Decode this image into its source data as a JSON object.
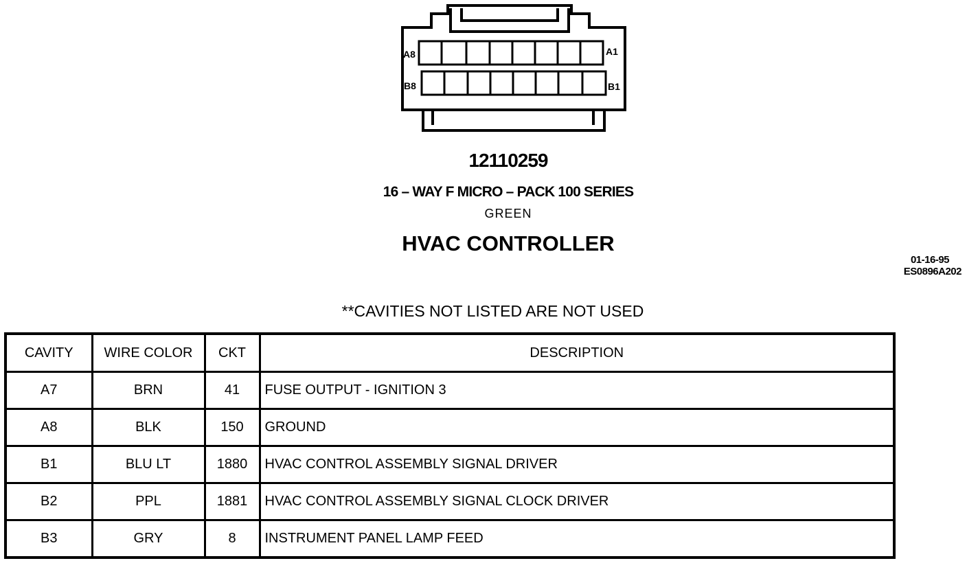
{
  "connector": {
    "row_a": {
      "left_label": "A8",
      "right_label": "A1"
    },
    "row_b": {
      "left_label": "B8",
      "right_label": "B1"
    }
  },
  "part_number": "12110259",
  "series": "16 – WAY F MICRO – PACK 100 SERIES",
  "color": "GREEN",
  "component": "HVAC CONTROLLER",
  "date": "01-16-95",
  "drawing_code": "ES0896A202",
  "note": "**CAVITIES NOT LISTED ARE NOT USED",
  "table": {
    "headers": [
      "CAVITY",
      "WIRE COLOR",
      "CKT",
      "DESCRIPTION"
    ],
    "rows": [
      [
        "A7",
        "BRN",
        "41",
        "FUSE OUTPUT - IGNITION 3"
      ],
      [
        "A8",
        "BLK",
        "150",
        "GROUND"
      ],
      [
        "B1",
        "BLU LT",
        "1880",
        "HVAC CONTROL ASSEMBLY SIGNAL DRIVER"
      ],
      [
        "B2",
        "PPL",
        "1881",
        "HVAC CONTROL ASSEMBLY SIGNAL CLOCK DRIVER"
      ],
      [
        "B3",
        "GRY",
        "8",
        "INSTRUMENT PANEL LAMP FEED"
      ]
    ]
  }
}
